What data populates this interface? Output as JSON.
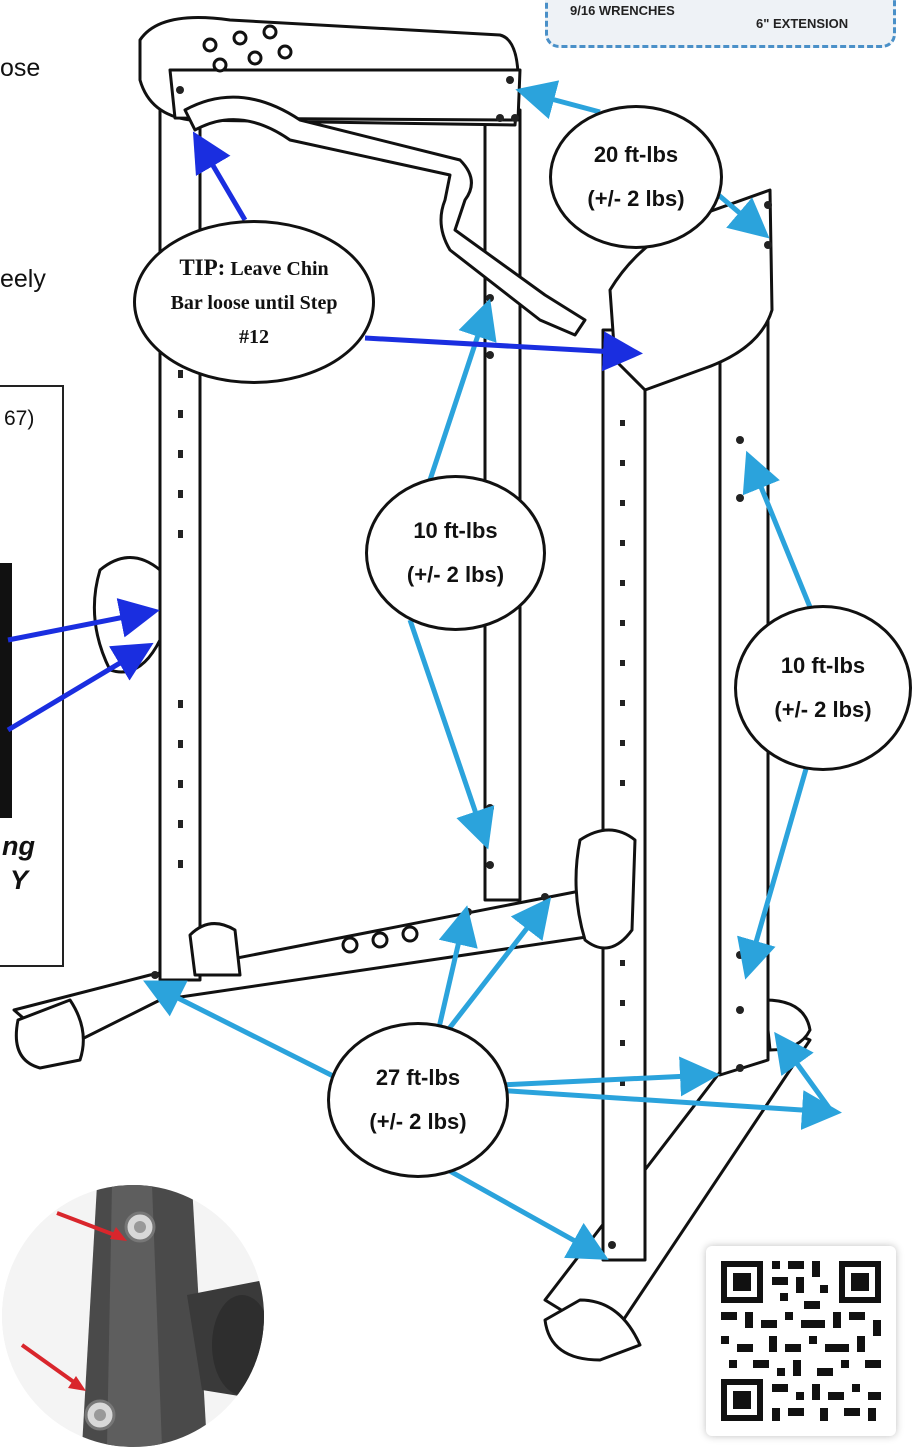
{
  "left_text_fragments": {
    "frag1": "ose",
    "frag2": "eely",
    "frag3": "67)",
    "frag4": "ng",
    "frag5": "Y"
  },
  "tools_box": {
    "label1": "9/16 WRENCHES",
    "label2": "6\" EXTENSION",
    "border_color": "#4a90c8"
  },
  "torque_callouts": {
    "top": {
      "value": "20 ft-lbs",
      "tolerance": "(+/- 2 lbs)"
    },
    "middle_left": {
      "value": "10 ft-lbs",
      "tolerance": "(+/- 2 lbs)"
    },
    "middle_right": {
      "value": "10 ft-lbs",
      "tolerance": "(+/- 2 lbs)"
    },
    "bottom": {
      "value": "27 ft-lbs",
      "tolerance": "(+/- 2 lbs)"
    }
  },
  "tip_callout": {
    "keyword": "TIP:",
    "line1": "Leave Chin",
    "line2": "Bar loose until Step",
    "line3": "#12"
  },
  "colors": {
    "torque_arrow": "#2ba3dc",
    "tip_arrow": "#1a2ee0",
    "detail_arrow": "#d9262c"
  },
  "icons": {
    "qr": "qr-code-icon",
    "detail_photo": "bolt-detail-photo"
  }
}
